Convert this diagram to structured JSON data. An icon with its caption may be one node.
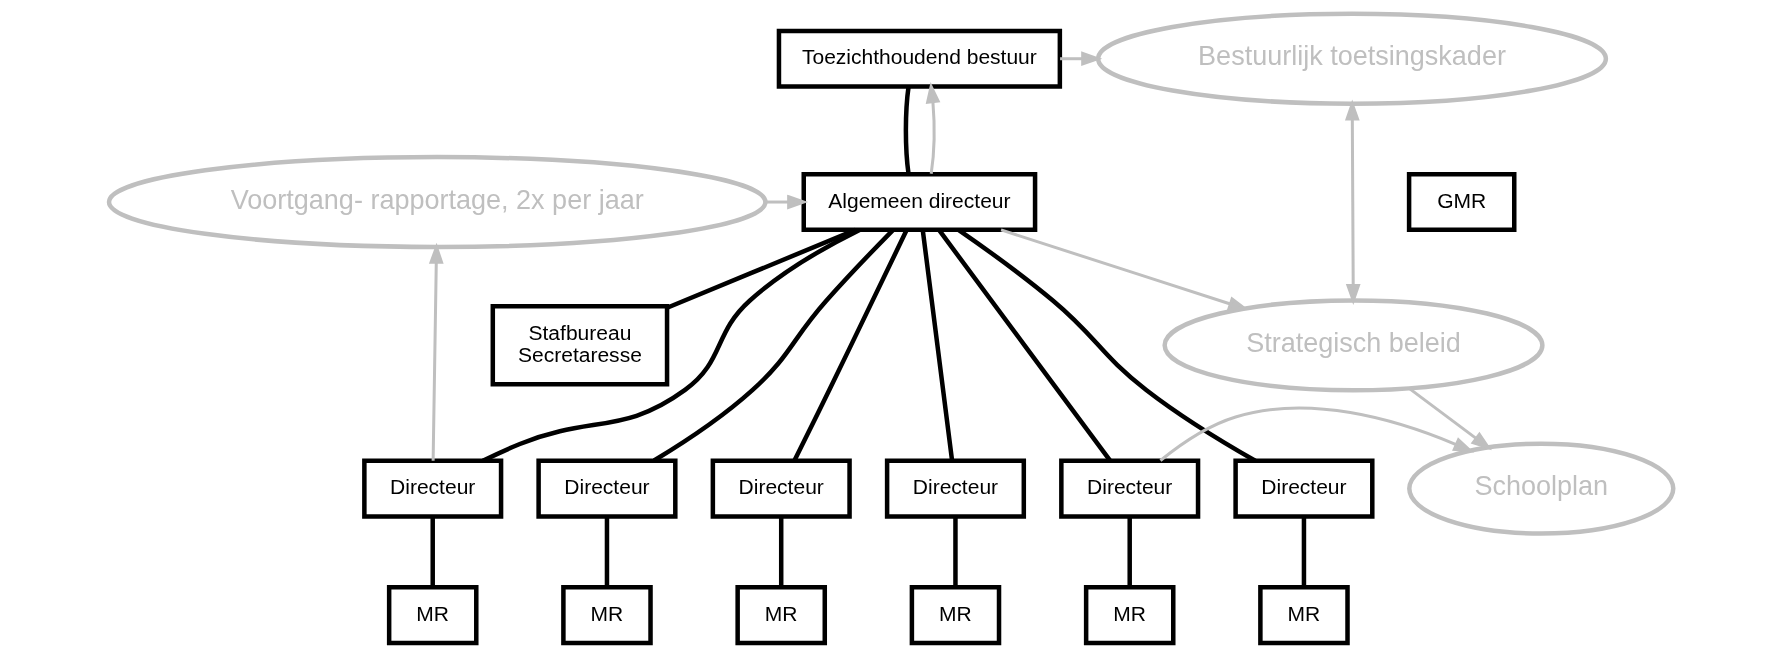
{
  "diagram": {
    "nodes": [
      {
        "text": [
          "Toezichthoudend bestuur"
        ]
      },
      {
        "text": [
          "Algemeen directeur"
        ]
      },
      {
        "text": [
          "GMR"
        ]
      },
      {
        "text": [
          "Stafbureau",
          "Secretaresse"
        ]
      },
      {
        "text": [
          "Bestuurlijk toetsingskader"
        ]
      },
      {
        "text": [
          "Voortgang- rapportage, 2x per jaar"
        ]
      },
      {
        "text": [
          "Strategisch beleid"
        ]
      },
      {
        "text": [
          "Schoolplan"
        ]
      },
      {
        "text": [
          "Directeur"
        ]
      },
      {
        "text": [
          "Directeur"
        ]
      },
      {
        "text": [
          "Directeur"
        ]
      },
      {
        "text": [
          "Directeur"
        ]
      },
      {
        "text": [
          "Directeur"
        ]
      },
      {
        "text": [
          "Directeur"
        ]
      },
      {
        "text": [
          "MR"
        ]
      },
      {
        "text": [
          "MR"
        ]
      },
      {
        "text": [
          "MR"
        ]
      },
      {
        "text": [
          "MR"
        ]
      },
      {
        "text": [
          "MR"
        ]
      },
      {
        "text": [
          "MR"
        ]
      }
    ],
    "edges": [
      {
        "from": 0,
        "to": 1,
        "arrow": "none"
      },
      {
        "from": 1,
        "to": 0,
        "arrow": "to",
        "color": "#bfbfbf"
      },
      {
        "from": 0,
        "to": 4,
        "arrow": "to",
        "color": "#bfbfbf"
      },
      {
        "from": 5,
        "to": 1,
        "arrow": "to",
        "color": "#bfbfbf"
      },
      {
        "from": 4,
        "to": 6,
        "arrow": "both",
        "color": "#bfbfbf"
      },
      {
        "from": 1,
        "to": 6,
        "arrow": "to",
        "color": "#bfbfbf"
      },
      {
        "from": 1,
        "to": 3,
        "arrow": "none"
      },
      {
        "from": 6,
        "to": 7,
        "arrow": "to",
        "color": "#bfbfbf"
      },
      {
        "from": 1,
        "to": 8,
        "arrow": "none"
      },
      {
        "from": 1,
        "to": 9,
        "arrow": "none"
      },
      {
        "from": 1,
        "to": 10,
        "arrow": "none"
      },
      {
        "from": 1,
        "to": 11,
        "arrow": "none"
      },
      {
        "from": 1,
        "to": 12,
        "arrow": "none"
      },
      {
        "from": 1,
        "to": 13,
        "arrow": "none"
      },
      {
        "from": 8,
        "to": 5,
        "arrow": "to",
        "color": "#bfbfbf"
      },
      {
        "from": 13,
        "to": 7,
        "arrow": "to",
        "color": "#bfbfbf"
      },
      {
        "from": 8,
        "to": 14,
        "arrow": "none"
      },
      {
        "from": 9,
        "to": 15,
        "arrow": "none"
      },
      {
        "from": 10,
        "to": 16,
        "arrow": "none"
      },
      {
        "from": 11,
        "to": 17,
        "arrow": "none"
      },
      {
        "from": 12,
        "to": 18,
        "arrow": "none"
      },
      {
        "from": 13,
        "to": 19,
        "arrow": "none"
      }
    ]
  }
}
